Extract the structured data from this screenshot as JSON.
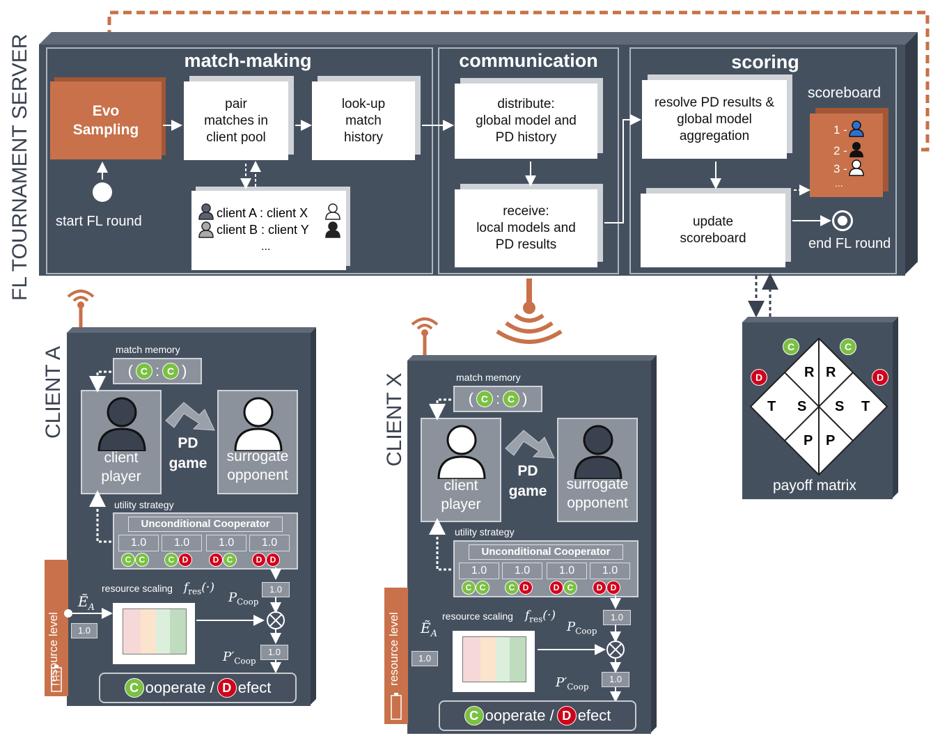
{
  "server_label": "FL TOURNAMENT SERVER",
  "sections": {
    "matchmaking": "match-making",
    "communication": "communication",
    "scoring": "scoring"
  },
  "evo": "Evo\nSampling",
  "start": "start FL round",
  "end": "end FL round",
  "boxes": {
    "pair": "pair\nmatches in\nclient pool",
    "lookup": "look-up\nmatch\nhistory",
    "distribute": "distribute:\nglobal model and\nPD history",
    "receive": "receive:\nlocal models and\nPD results",
    "resolve": "resolve PD results &\nglobal model\naggregation",
    "update": "update\nscoreboard"
  },
  "pool": {
    "line1": "client A : client X",
    "line2": "client B : client Y",
    "line3": "..."
  },
  "scoreboard": {
    "title": "scoreboard",
    "r1": "1 -",
    "r2": "2 -",
    "r3": "3 -",
    "more": "..."
  },
  "payoff": {
    "title": "payoff matrix",
    "c": "C",
    "d": "D",
    "R": "R",
    "S": "S",
    "T": "T",
    "P": "P"
  },
  "client_common": {
    "match_memory": "match memory",
    "client_player": "client\nplayer",
    "pd_game": "PD\ngame",
    "surrogate": "surrogate\nopponent",
    "utility_strategy": "utility strategy",
    "strategy_name": "Unconditional Cooperator",
    "values": [
      "1.0",
      "1.0",
      "1.0",
      "1.0"
    ],
    "resource_scaling": "resource scaling",
    "resource_level": "resource level",
    "p_value": "1.0",
    "p_prime_value": "1.0",
    "e_value": "1.0",
    "cooperate": "ooperate /",
    "defect": "efect",
    "c": "C",
    "d": "D",
    "colon": ":"
  },
  "clients": {
    "a": "CLIENT A",
    "x": "CLIENT X"
  },
  "colors": {
    "panel": "#45505f",
    "accent": "#c8714a",
    "cooperate": "#7bc043",
    "defect": "#d0021b"
  }
}
